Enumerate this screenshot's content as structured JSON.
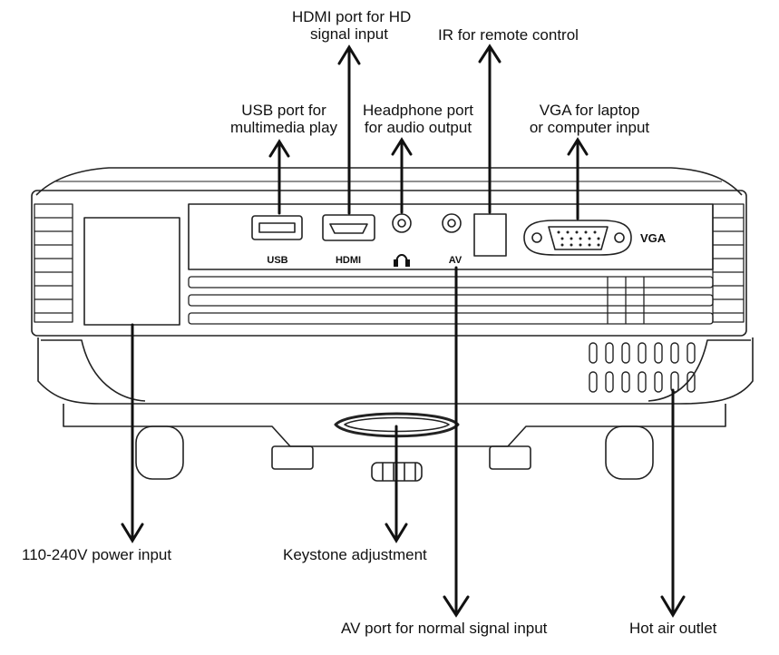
{
  "callouts": {
    "hdmi_line1": "HDMI port for HD",
    "hdmi_line2": "signal input",
    "ir": "IR for remote control",
    "usb_line1": "USB port for",
    "usb_line2": "multimedia play",
    "headphone_line1": "Headphone port",
    "headphone_line2": "for audio output",
    "vga_line1": "VGA for laptop",
    "vga_line2": "or computer input",
    "power": "110-240V power input",
    "keystone": "Keystone adjustment",
    "av": "AV port for normal signal input",
    "hot_air": "Hot air outlet"
  },
  "port_labels": {
    "usb": "USB",
    "hdmi": "HDMI",
    "av": "AV",
    "vga": "VGA"
  },
  "icons": {
    "headphone": "headphone-icon"
  }
}
